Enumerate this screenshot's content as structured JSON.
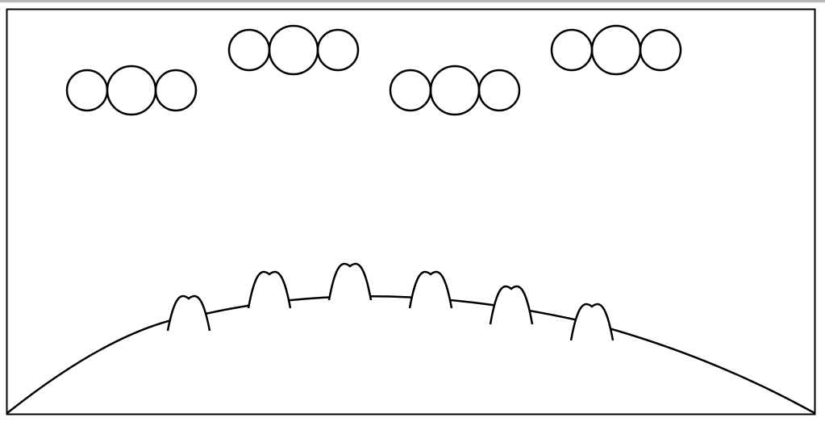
{
  "scene": {
    "background": "#ffffff",
    "stroke": "#000000",
    "strip_color": "#b8b8b8",
    "cloud_groups": [
      {
        "name": "cloud-group-1"
      },
      {
        "name": "cloud-group-2"
      },
      {
        "name": "cloud-group-3"
      },
      {
        "name": "cloud-group-4"
      }
    ],
    "bumps": [
      {
        "name": "bump-1"
      },
      {
        "name": "bump-2"
      },
      {
        "name": "bump-3"
      },
      {
        "name": "bump-4"
      },
      {
        "name": "bump-5"
      },
      {
        "name": "bump-6"
      }
    ]
  }
}
